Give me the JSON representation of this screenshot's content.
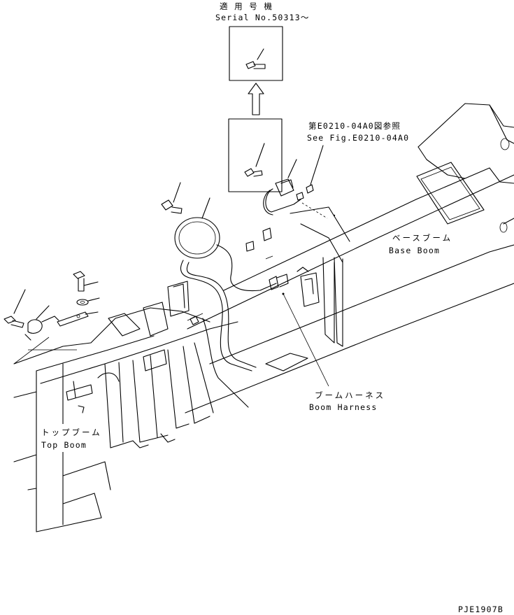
{
  "serial_label_jp": "適 用 号 機",
  "serial_label_en": "Serial No.50313～",
  "see_fig_jp": "第E0210-04A0図参照",
  "see_fig_en": "See Fig.E0210-04A0",
  "base_boom_jp": "ベースブーム",
  "base_boom_en": "Base Boom",
  "boom_harness_jp": "ブームハーネス",
  "boom_harness_en": "Boom Harness",
  "top_boom_jp": "トップブーム",
  "top_boom_en": "Top Boom",
  "drawing_code": "PJE1907B"
}
